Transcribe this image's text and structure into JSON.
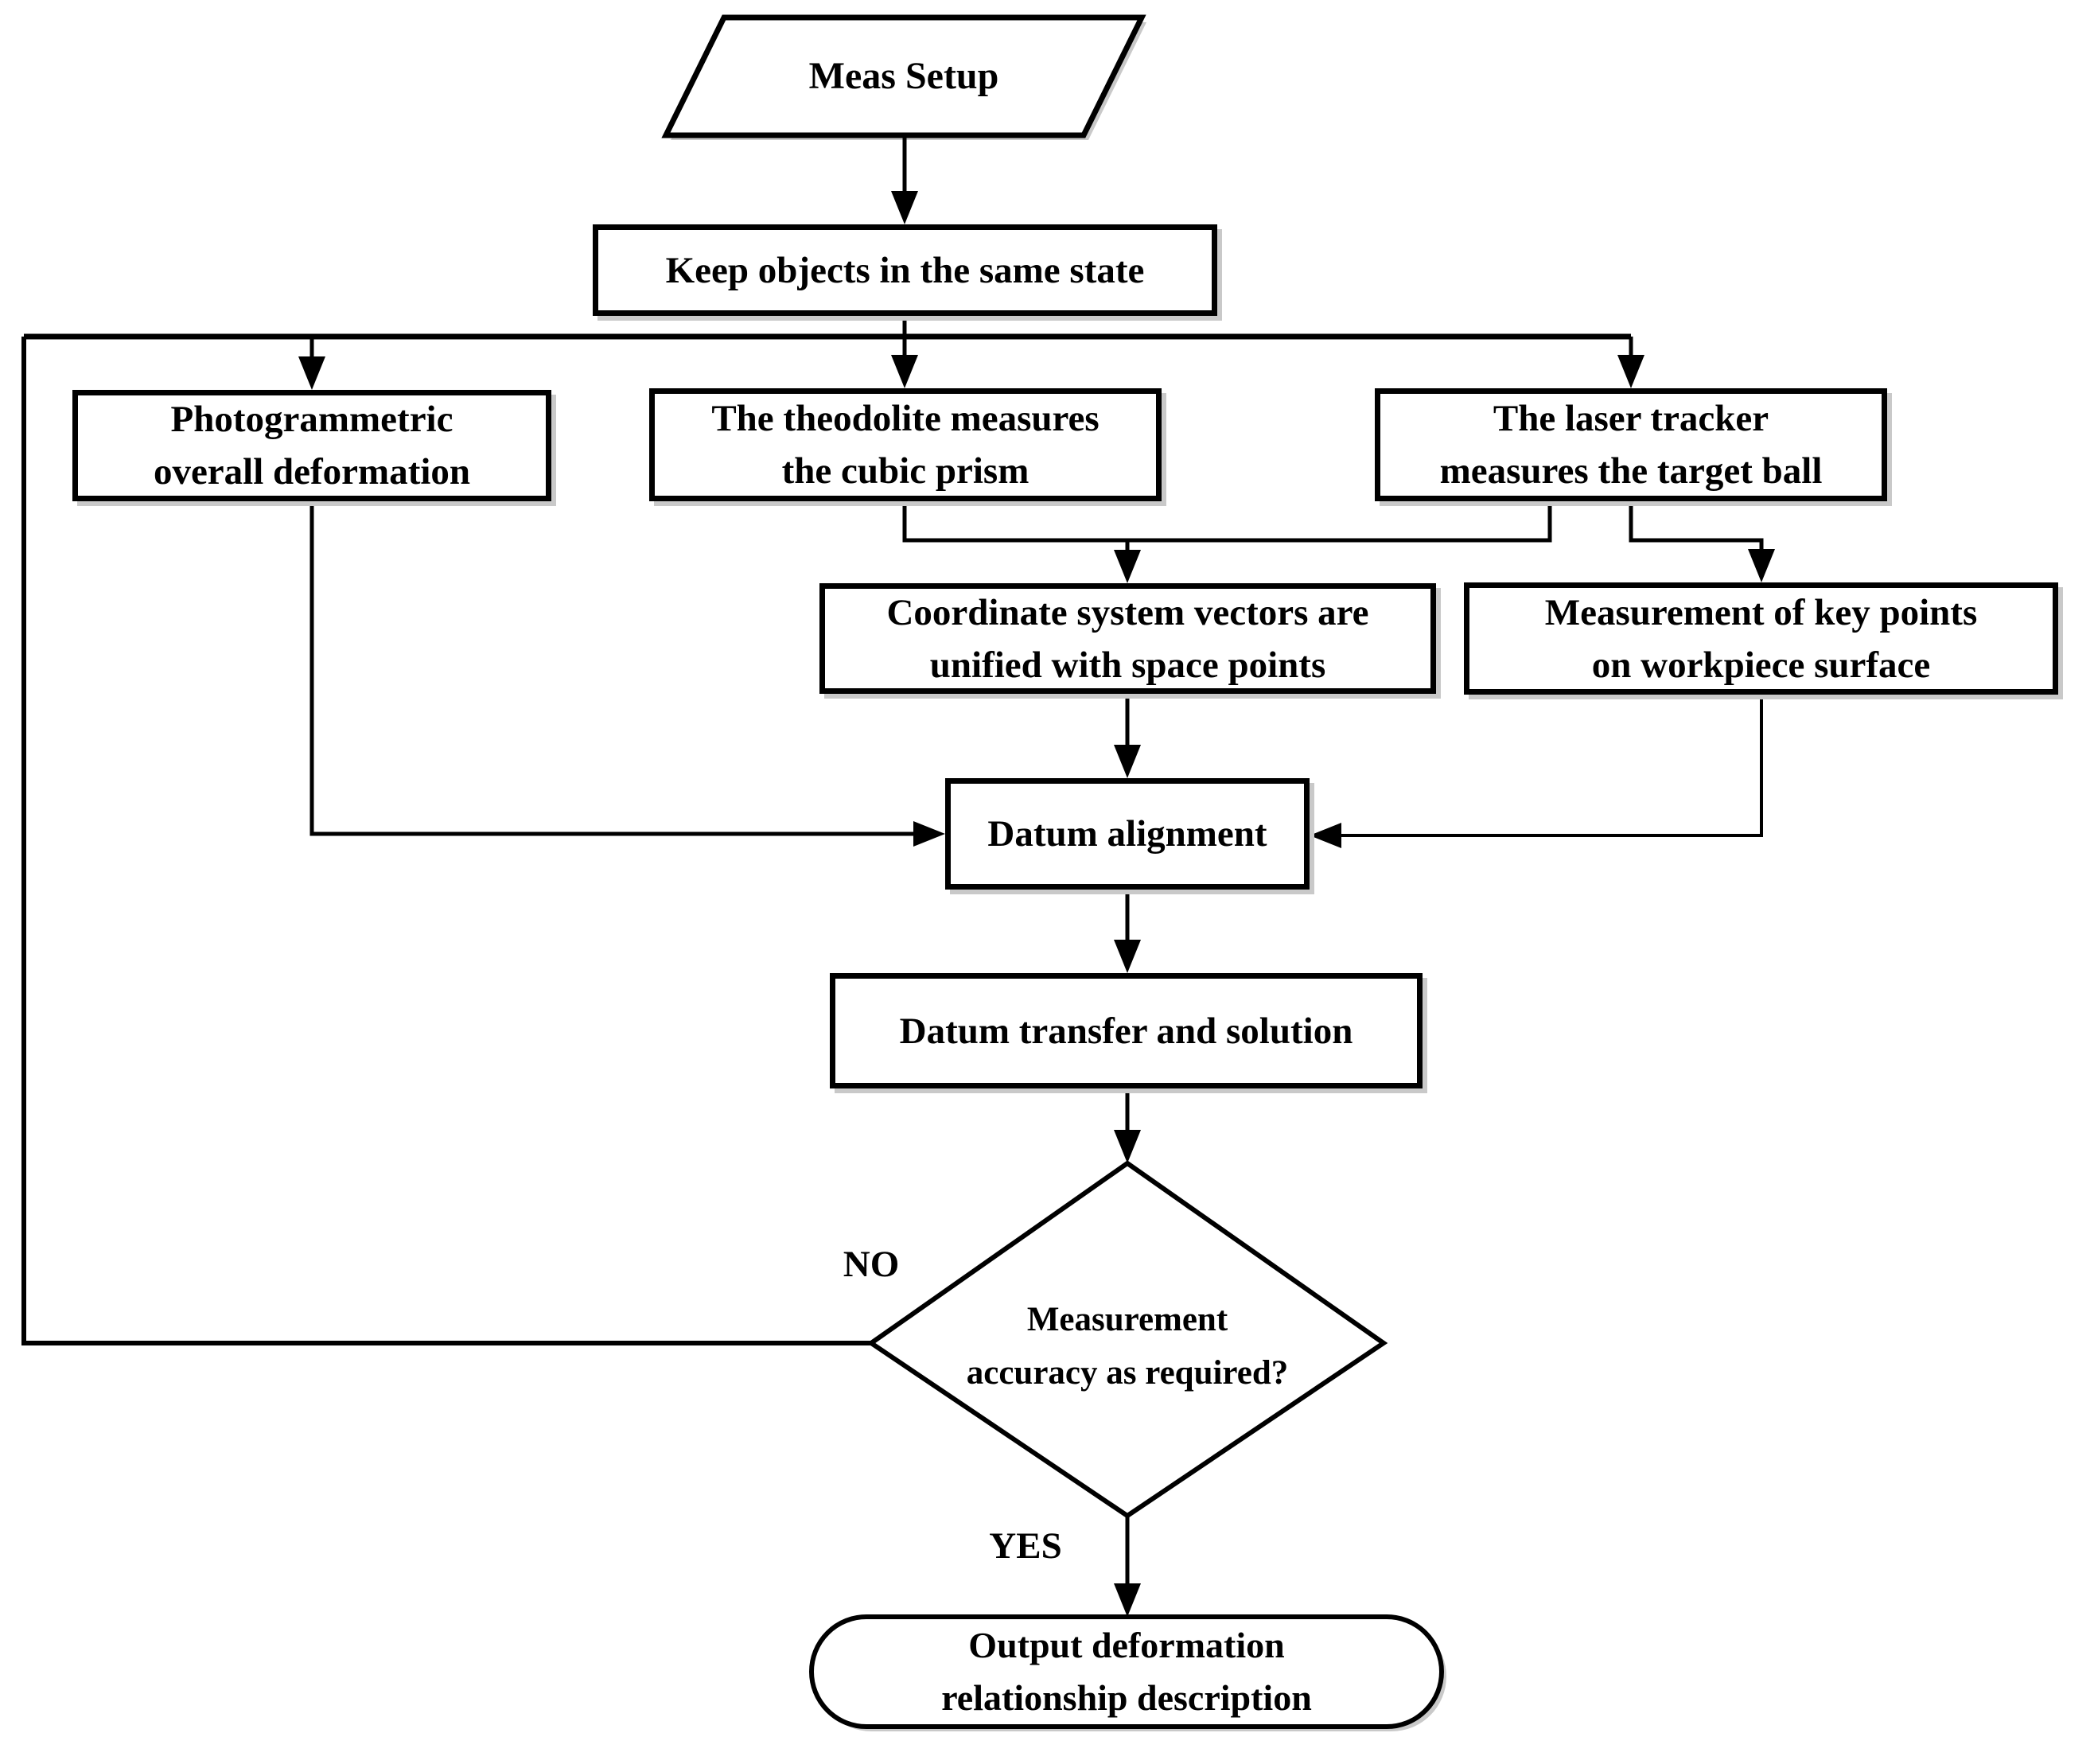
{
  "flowchart": {
    "colors": {
      "line": "#000000",
      "fill": "#ffffff",
      "text": "#000000",
      "shadow": "#c9c9c9"
    },
    "nodes": {
      "meas_setup": {
        "shape": "parallelogram",
        "label": "Meas Setup"
      },
      "keep_state": {
        "shape": "process",
        "label": "Keep objects in the same state"
      },
      "photogrammetric": {
        "shape": "process",
        "lines": [
          "Photogrammetric",
          "overall deformation"
        ]
      },
      "theodolite": {
        "shape": "process",
        "lines": [
          "The theodolite measures",
          "the cubic prism"
        ]
      },
      "laser_tracker": {
        "shape": "process",
        "lines": [
          "The laser tracker",
          "measures the target ball"
        ]
      },
      "coord_unify": {
        "shape": "process",
        "lines": [
          "Coordinate system vectors are",
          "unified with space points"
        ]
      },
      "key_points": {
        "shape": "process",
        "lines": [
          "Measurement of key points",
          "on workpiece surface"
        ]
      },
      "datum_alignment": {
        "shape": "process",
        "label": "Datum alignment"
      },
      "datum_transfer": {
        "shape": "process",
        "label": "Datum transfer and solution"
      },
      "accuracy_check": {
        "shape": "decision",
        "lines": [
          "Measurement",
          "accuracy as required?"
        ]
      },
      "output": {
        "shape": "terminator",
        "lines": [
          "Output deformation",
          "relationship description"
        ]
      }
    },
    "edge_labels": {
      "no": "NO",
      "yes": "YES"
    },
    "edges": [
      {
        "from": "meas_setup",
        "to": "keep_state"
      },
      {
        "from": "keep_state",
        "to": "photogrammetric"
      },
      {
        "from": "keep_state",
        "to": "theodolite"
      },
      {
        "from": "keep_state",
        "to": "laser_tracker"
      },
      {
        "from": "theodolite",
        "to": "coord_unify"
      },
      {
        "from": "laser_tracker",
        "to": "coord_unify"
      },
      {
        "from": "laser_tracker",
        "to": "key_points"
      },
      {
        "from": "photogrammetric",
        "to": "datum_alignment"
      },
      {
        "from": "coord_unify",
        "to": "datum_alignment"
      },
      {
        "from": "key_points",
        "to": "datum_alignment"
      },
      {
        "from": "datum_alignment",
        "to": "datum_transfer"
      },
      {
        "from": "datum_transfer",
        "to": "accuracy_check"
      },
      {
        "from": "accuracy_check",
        "to": "keep_state",
        "label": "NO"
      },
      {
        "from": "accuracy_check",
        "to": "output",
        "label": "YES"
      }
    ]
  }
}
